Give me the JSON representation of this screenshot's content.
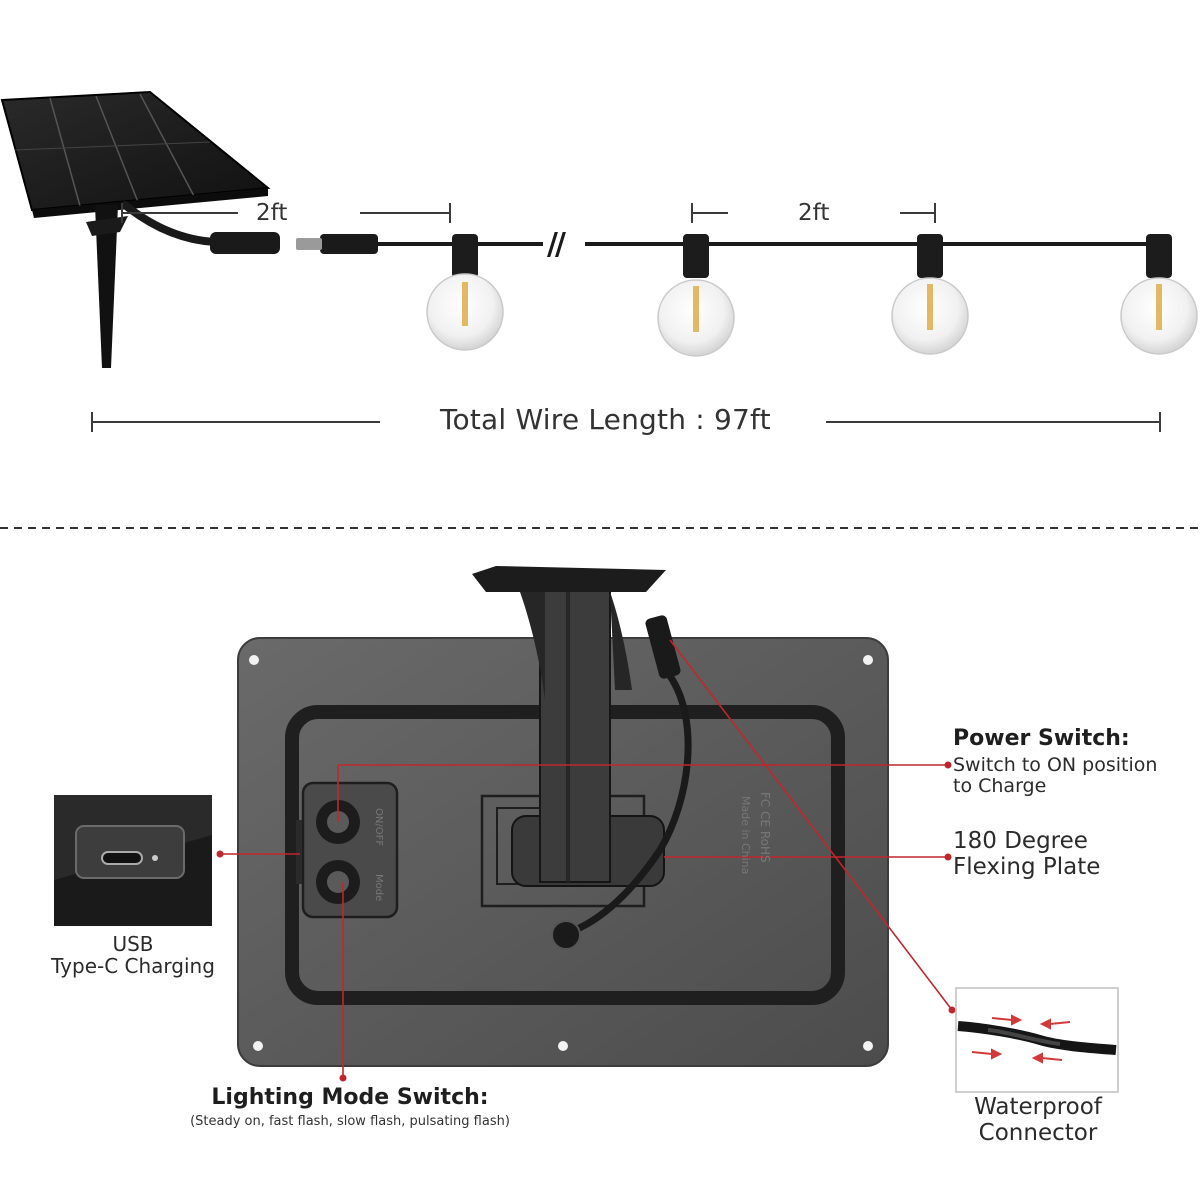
{
  "top_diagram": {
    "spacing_label_left": "2ft",
    "spacing_label_right": "2ft",
    "total_length_label": "Total Wire Length : 97ft",
    "break_mark": "//"
  },
  "callouts": {
    "power_switch": {
      "title": "Power Switch:",
      "lines": [
        "Switch to ON position",
        "to Charge"
      ]
    },
    "flexing_plate": {
      "lines": [
        "180 Degree",
        "Flexing Plate"
      ]
    },
    "usb": {
      "lines": [
        "USB",
        "Type-C Charging"
      ]
    },
    "lighting_mode": {
      "title": "Lighting Mode Switch:",
      "detail": "(Steady on, fast flash, slow flash, pulsating flash)"
    },
    "waterproof": {
      "lines": [
        "Waterproof",
        "Connector"
      ]
    }
  },
  "panel_markings": {
    "switch_top": "ON/OFF",
    "switch_bottom": "Mode",
    "cert": "FC CE RoHS",
    "origin": "Made in China"
  },
  "colors": {
    "leader_line": "#c0272d",
    "panel_fill": "#5b5b5b",
    "wire": "#1a1a1a",
    "dim_line": "#3a3a3a"
  }
}
